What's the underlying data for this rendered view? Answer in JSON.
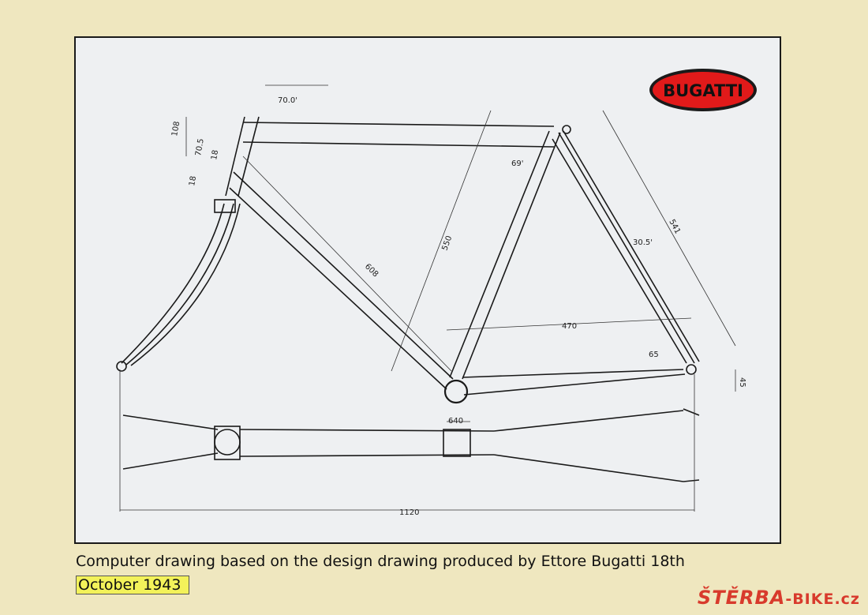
{
  "diagram": {
    "logo_text": "BUGATTI",
    "dimensions": {
      "head_angle": "70.0'",
      "head_tube": "108",
      "upper_gap": "70.5",
      "gap_a": "18",
      "gap_b": "18",
      "down_tube": "608",
      "seat_tube": "550",
      "seat_angle": "69'",
      "stay_length": "541",
      "stay_angle": "30.5'",
      "chainstay": "470",
      "dropout_angle": "65",
      "bb_drop": "45",
      "bb_width": "640",
      "wheelbase": "1120"
    }
  },
  "caption": {
    "line1": "Computer drawing based on the design drawing produced by Ettore Bugatti 18th",
    "line2": "October 1943"
  },
  "watermark": {
    "main": "ŠTĚRBA",
    "suffix": "-BIKE.cz"
  },
  "colors": {
    "background": "#efe7bf",
    "board": "#eef0f2",
    "line": "#1a1a1a",
    "logo_red": "#e11a1a",
    "highlight": "#f3f25a",
    "watermark_red": "#d83a2c"
  }
}
